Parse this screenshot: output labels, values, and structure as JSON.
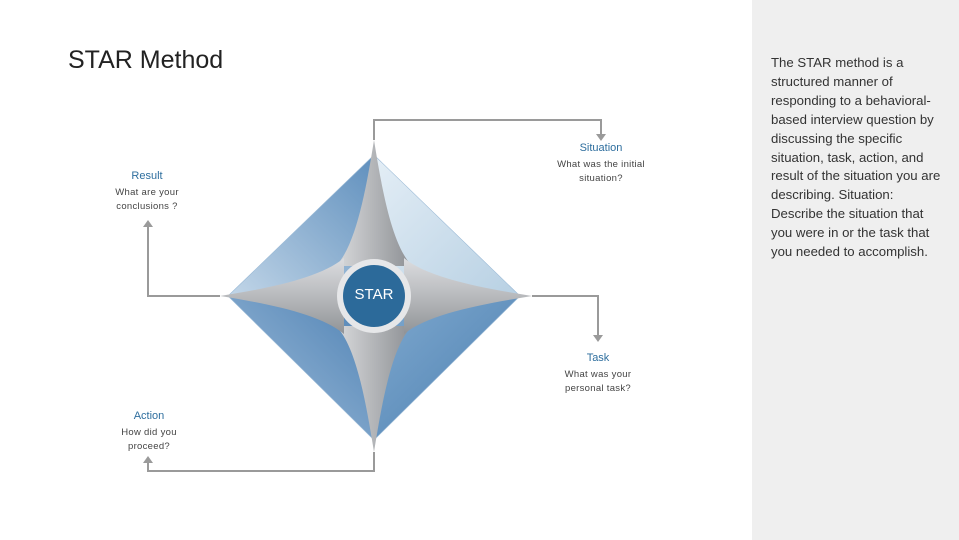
{
  "slide": {
    "title": "STAR Method",
    "description": "The STAR method is a structured manner of responding to a behavioral-based interview question by discussing the specific situation, task, action, and result of the situation you are describing. Situation: Describe the situation that you were in or the task that you needed to accomplish."
  },
  "diagram": {
    "center": "STAR",
    "situation": {
      "heading": "Situation",
      "lines": [
        "What was the initial",
        "situation?"
      ]
    },
    "task": {
      "heading": "Task",
      "lines": [
        "What was your",
        "personal task?"
      ]
    },
    "action": {
      "heading": "Action",
      "lines": [
        "How did you",
        "proceed?"
      ]
    },
    "result": {
      "heading": "Result",
      "lines": [
        "What are your",
        "conclusions ?"
      ]
    }
  },
  "colors": {
    "center_circle": "#2c6a9a",
    "accent_text": "#2e6e9e",
    "connector": "#9a9a9a",
    "side_panel": "#efefef"
  }
}
